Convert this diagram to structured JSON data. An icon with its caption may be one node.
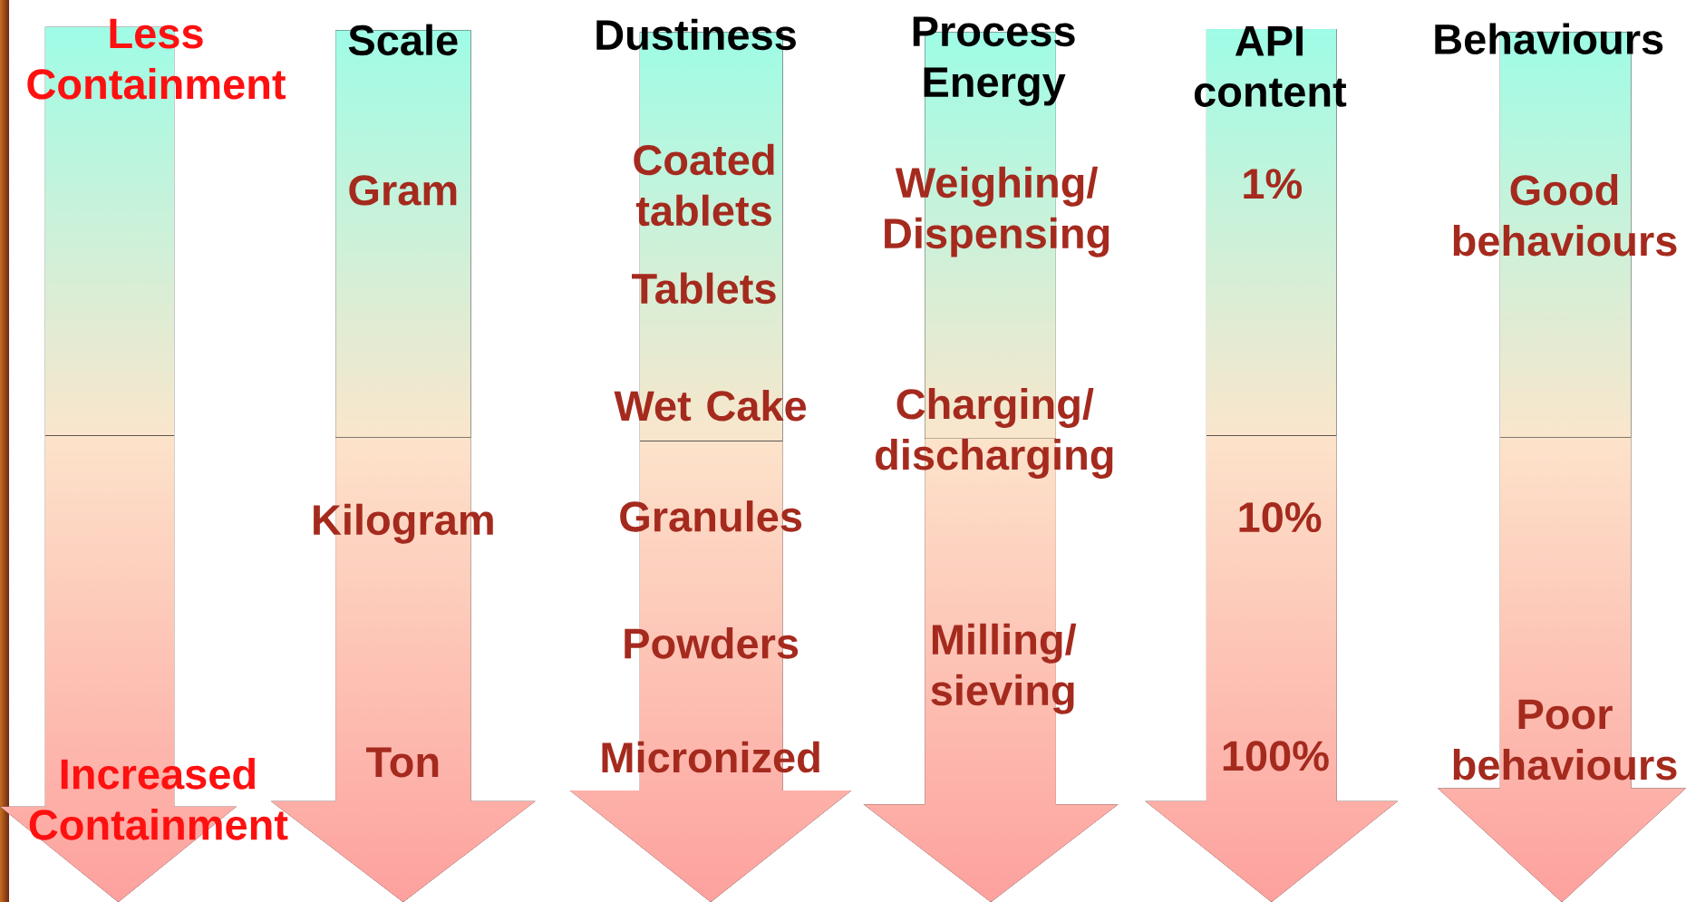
{
  "diagram": {
    "nodes": [
      {
        "text": [
          "Less Containment",
          "Increased Containment"
        ]
      },
      {
        "text": [
          "Scale",
          "Gram",
          "Kilogram",
          "Ton"
        ]
      },
      {
        "text": [
          "Dustiness",
          "Coated tablets",
          "Tablets",
          "Wet Cake",
          "Granules",
          "Powders",
          "Micronized"
        ]
      },
      {
        "text": [
          "Process Energy",
          "Weighing/ Dispensing",
          "Charging/ discharging",
          "Milling/ sieving"
        ]
      },
      {
        "text": [
          "API content",
          "1%",
          "10%",
          "100%"
        ]
      },
      {
        "text": [
          "Behaviours",
          "Good behaviours",
          "Poor behaviours"
        ]
      }
    ]
  }
}
